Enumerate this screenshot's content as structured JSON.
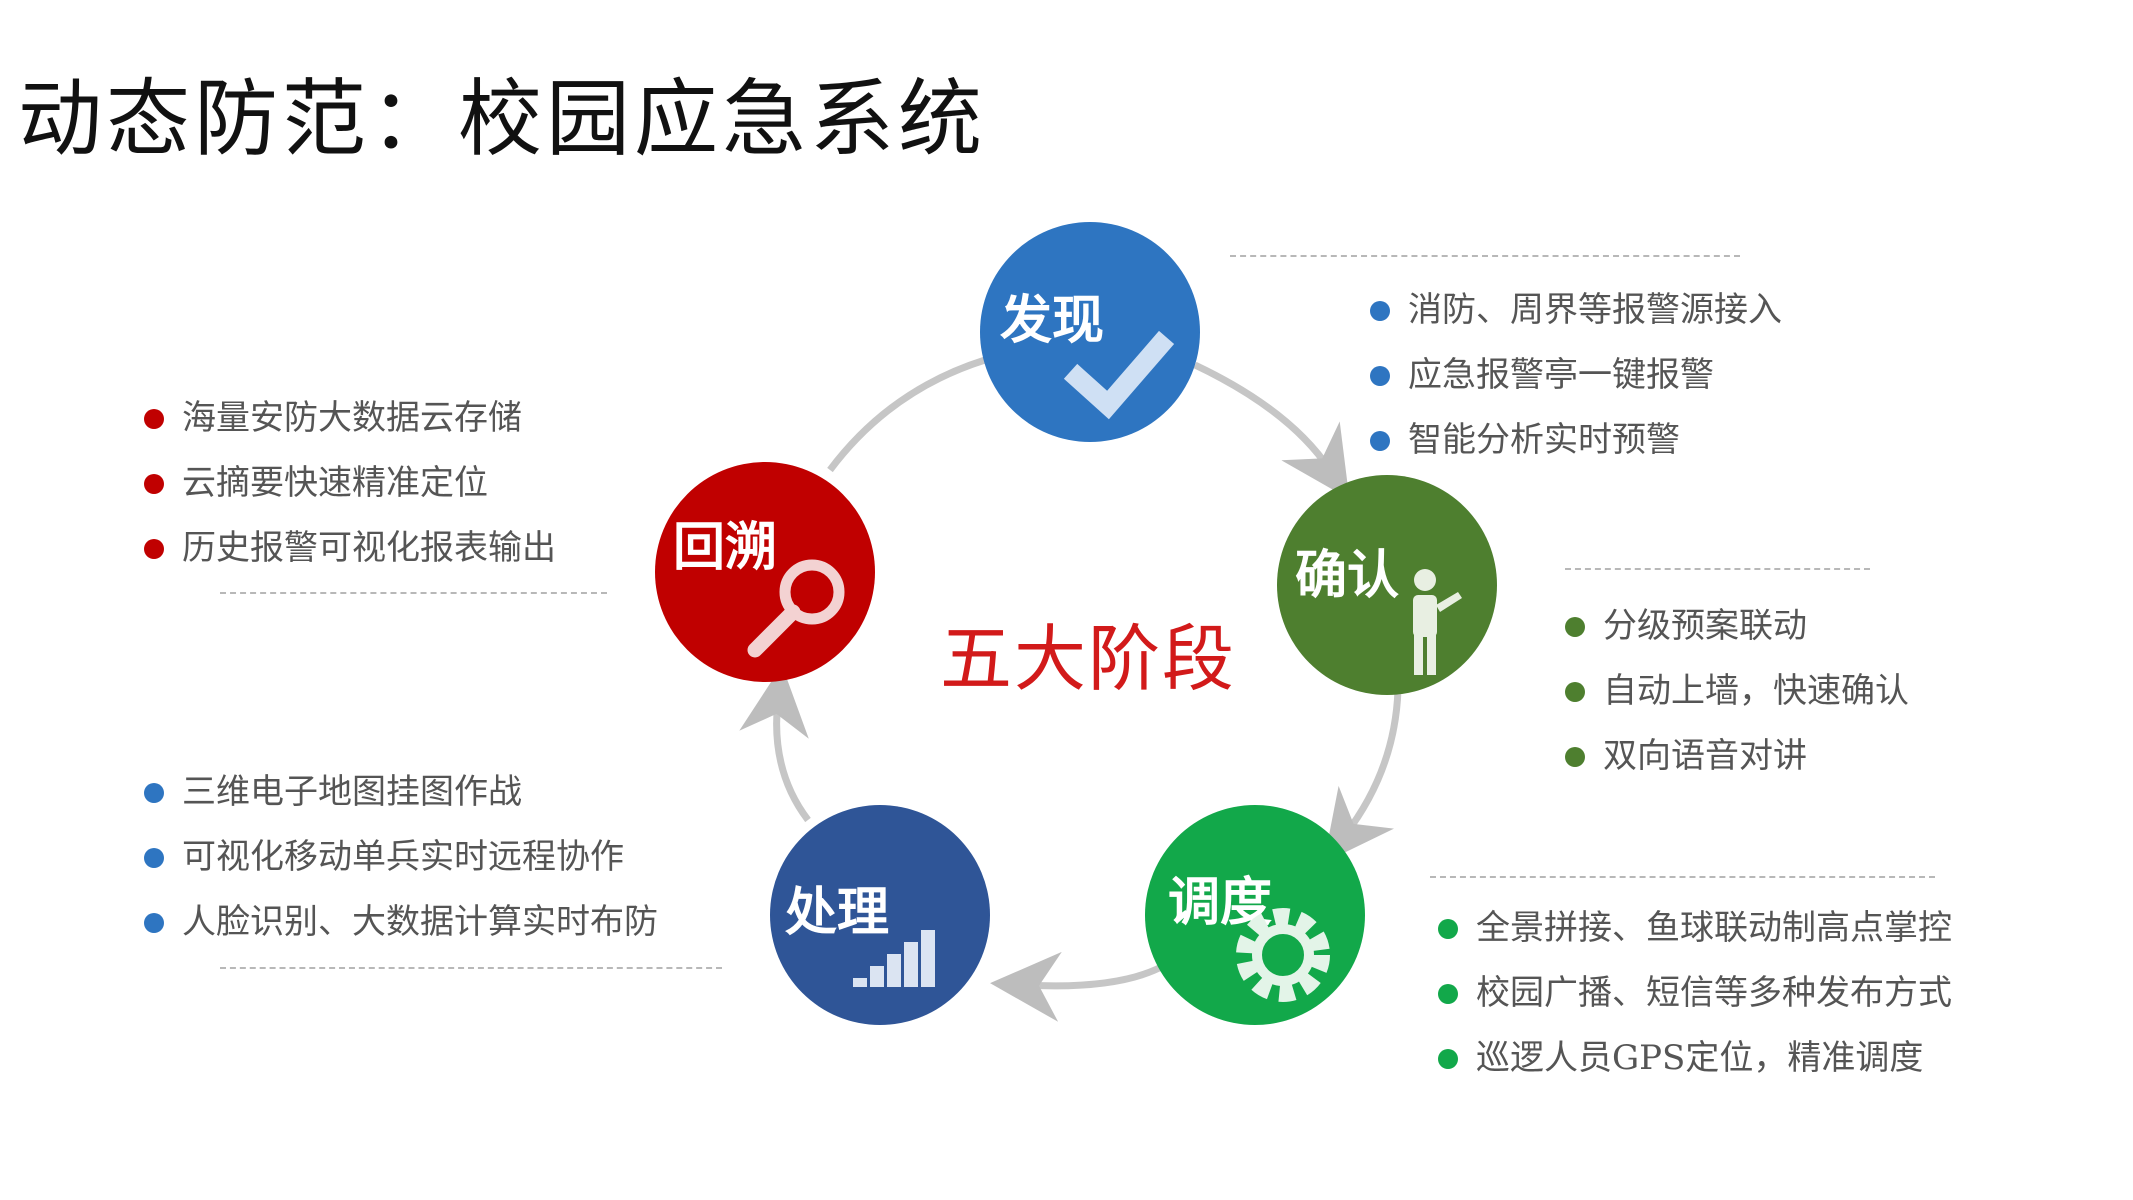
{
  "title": "动态防范：校园应急系统",
  "center_label": "五大阶段",
  "stages": [
    {
      "label": "发现",
      "icon": "checkmark-icon",
      "color": "#2e75c1"
    },
    {
      "label": "确认",
      "icon": "presenter-person-icon",
      "color": "#4e7f2f"
    },
    {
      "label": "调度",
      "icon": "gear-icon",
      "color": "#12a84a"
    },
    {
      "label": "处理",
      "icon": "bar-steps-icon",
      "color": "#2f5597"
    },
    {
      "label": "回溯",
      "icon": "magnifier-icon",
      "color": "#c00000"
    }
  ],
  "bullets": {
    "discover": [
      "消防、周界等报警源接入",
      "应急报警亭一键报警",
      "智能分析实时预警"
    ],
    "confirm": [
      "分级预案联动",
      "自动上墙，快速确认",
      "双向语音对讲"
    ],
    "dispatch": [
      "全景拼接、鱼球联动制高点掌控",
      "校园广播、短信等多种发布方式",
      "巡逻人员GPS定位，精准调度"
    ],
    "handle": [
      "三维电子地图挂图作战",
      "可视化移动单兵实时远程协作",
      "人脸识别、大数据计算实时布防"
    ],
    "review": [
      "海量安防大数据云存储",
      "云摘要快速精准定位",
      "历史报警可视化报表输出"
    ]
  }
}
